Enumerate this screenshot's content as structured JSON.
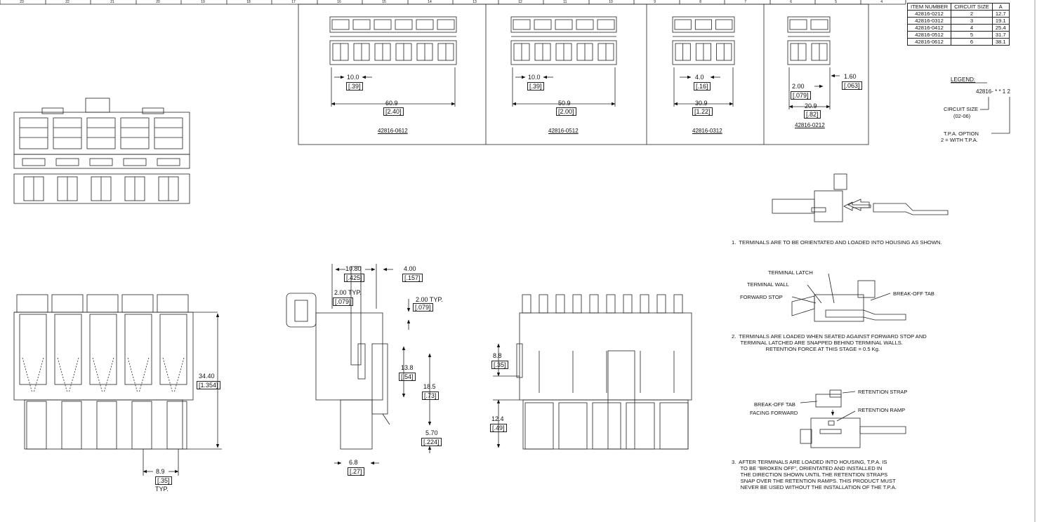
{
  "ruler": {
    "numbers": [
      "23",
      "22",
      "21",
      "20",
      "19",
      "18",
      "17",
      "16",
      "15",
      "14",
      "13",
      "12",
      "11",
      "10",
      "9",
      "8",
      "7",
      "6",
      "5",
      "4"
    ]
  },
  "table": {
    "headers": [
      "ITEM NUMBER",
      "CIRCUIT SIZE",
      "A"
    ],
    "rows": [
      [
        "42816-0212",
        "2",
        "12.7"
      ],
      [
        "42816-0312",
        "3",
        "19.1"
      ],
      [
        "42816-0412",
        "4",
        "25.4"
      ],
      [
        "42816-0512",
        "5",
        "31.7"
      ],
      [
        "42816-0612",
        "6",
        "38.1"
      ]
    ]
  },
  "legend": {
    "title": "LEGEND:",
    "code": "42816- * * 1 2",
    "circuit_size": "CIRCUIT SIZE",
    "circuit_range": "(02-06)",
    "tpa_option": "T.P.A. OPTION",
    "tpa_with": "2 = WITH T.P.A."
  },
  "variants": [
    {
      "part": "42816-0612",
      "pitch": "10.0",
      "pitch_in": "[.39]",
      "width": "60.9",
      "width_in": "[2.40]"
    },
    {
      "part": "42816-0512",
      "pitch": "10.0",
      "pitch_in": "[.39]",
      "width": "50.9",
      "width_in": "[2.00]"
    },
    {
      "part": "42816-0312",
      "pitch": "4.0",
      "pitch_in": "[.16]",
      "width": "30.9",
      "width_in": "[1.22]"
    },
    {
      "part": "42816-0212",
      "pitch": "2.00",
      "pitch_in": "[.079]",
      "tab": "1.60",
      "tab_in": "[.063]",
      "width": "20.9",
      "width_in": "[.82]"
    }
  ],
  "front_view": {
    "height": "34.40",
    "height_in": "[1.354]",
    "pitch": "8.9",
    "pitch_in": "[.35]",
    "pitch_note": "TYP."
  },
  "side_view": {
    "d1": "10.80",
    "d1_in": "[.425]",
    "d2": "4.00",
    "d2_in": "[.157]",
    "d3": "2.00  TYP.",
    "d3_in": "[.079]",
    "d4": "2.00  TYP.",
    "d4_in": "[.079]",
    "d5": "13.8",
    "d5_in": "[.54]",
    "d6": "18.5",
    "d6_in": "[.73]",
    "d7": "5.70",
    "d7_in": "[.224]",
    "d8": "6.8",
    "d8_in": "[.27]"
  },
  "rear_view": {
    "d1": "8.8",
    "d1_in": "[.35]",
    "d2": "12.4",
    "d2_in": "[.49]"
  },
  "notes": {
    "n1": "1.  TERMINALS ARE TO BE ORIENTATED AND LOADED INTO HOUSING AS SHOWN.",
    "n2": "2.  TERMINALS ARE LOADED WHEN SEATED AGAINST FORWARD STOP AND\n      TERMINAL LATCHED ARE SNAPPED BEHIND TERMINAL WALLS.\n                       RETENTION FORCE AT THIS STAGE = 0.5 Kg.",
    "n3": "3.  AFTER TERMINALS ARE LOADED INTO HOUSING, T.P.A. IS\n      TO BE \"BROKEN OFF\", ORIENTATED AND INSTALLED IN\n      THE DIRECTION SHOWN UNTIL THE RETENTION STRAPS\n      SNAP OVER THE RETENTION RAMPS. THIS PRODUCT MUST\n      NEVER BE USED WITHOUT THE INSTALLATION OF THE T.P.A."
  },
  "callouts": {
    "terminal_latch": "TERMINAL LATCH",
    "terminal_wall": "TERMINAL WALL",
    "forward_stop": "FORWARD STOP",
    "break_off_tab": "BREAK-OFF TAB",
    "retention_strap": "RETENTION STRAP",
    "retention_ramp": "RETENTION RAMP",
    "break_off_tab_2": "BREAK-OFF TAB",
    "facing_forward": "FACING FORWARD"
  }
}
